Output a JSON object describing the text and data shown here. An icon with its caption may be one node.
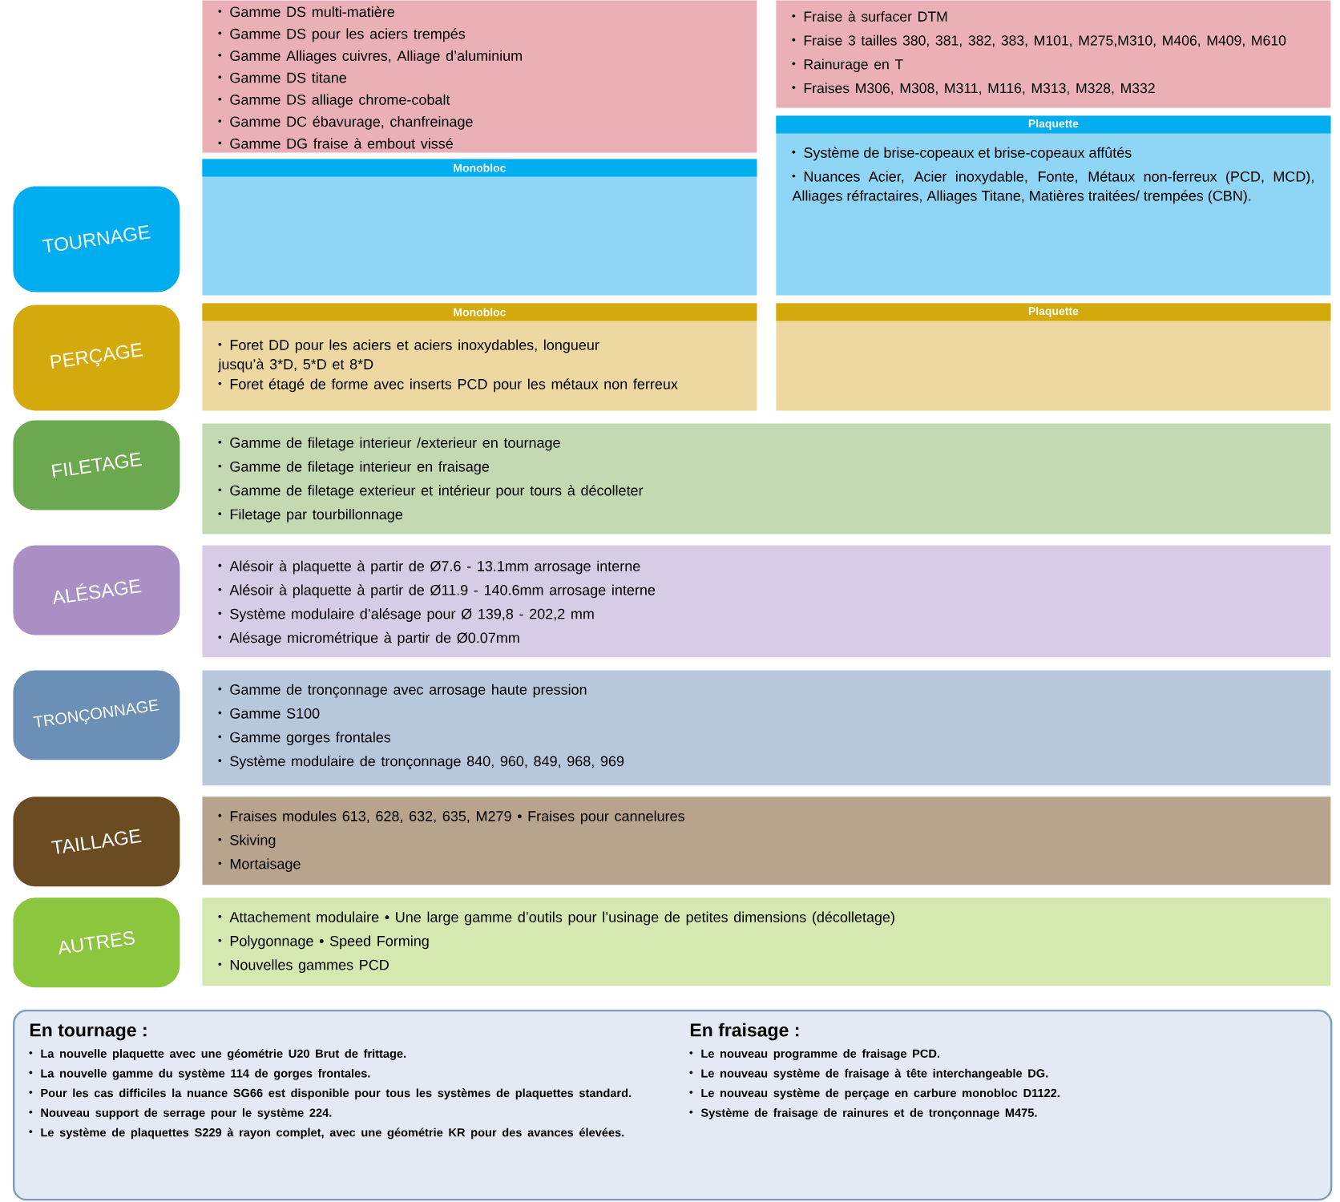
{
  "diagram": {
    "nodes": [
      {
        "text": [
          "Gamme DS multi-matière",
          "Gamme DS pour les aciers trempés",
          "Gamme Alliages cuivres, Alliage d’aluminium",
          "Gamme DS titane",
          "Gamme DS alliage chrome-cobalt",
          "Gamme DC ébavurage, chanfreinage",
          "Gamme DG fraise à embout vissé"
        ]
      },
      {
        "text": [
          "Fraise à surfacer DTM",
          "Fraise 3 tailles 380, 381, 382, 383, M101, M275,M310, M406, M409, M610",
          "Rainurage en T",
          "Fraises M306, M308, M311, M116, M313, M328, M332"
        ]
      },
      {
        "text": [
          "TOURNAGE"
        ]
      },
      {
        "text": [
          "Monobloc"
        ]
      },
      {
        "text": [
          "Plaquette",
          "Système de brise-copeaux et brise-copeaux affûtés",
          "Nuances Acier, Acier inoxydable, Fonte, Métaux non-ferreux (PCD, MCD), Alliages réfractaires, Alliages Titane, Matières traitées/ trempées (CBN)."
        ]
      },
      {
        "text": [
          "PERÇAGE"
        ]
      },
      {
        "text": [
          "Monobloc",
          "Foret DD pour les aciers et aciers inoxydables, longueur jusqu’à 3*D, 5*D et 8*D",
          "Foret étagé de forme avec inserts PCD pour les métaux non ferreux"
        ]
      },
      {
        "text": [
          "Plaquette"
        ]
      },
      {
        "text": [
          "FILETAGE"
        ]
      },
      {
        "text": [
          "Gamme de filetage interieur /exterieur en tournage",
          "Gamme de filetage interieur en fraisage",
          "Gamme de filetage exterieur et intérieur pour tours à décolleter",
          "Filetage par tourbillonnage"
        ]
      },
      {
        "text": [
          "ALÉSAGE"
        ]
      },
      {
        "text": [
          "Alésoir à plaquette à partir de Ø7.6 - 13.1mm arrosage interne",
          "Alésoir à plaquette à partir de Ø11.9 - 140.6mm arrosage interne",
          "Système modulaire d’alésage pour Ø 139,8 - 202,2 mm",
          "Alésage micrométrique à partir de Ø0.07mm"
        ]
      },
      {
        "text": [
          "TRONÇONNAGE"
        ]
      },
      {
        "text": [
          "Gamme de tronçonnage avec arrosage haute pression",
          "Gamme S100",
          "Gamme gorges frontales",
          "Système modulaire de tronçonnage 840, 960, 849, 968, 969"
        ]
      },
      {
        "text": [
          "TAILLAGE"
        ]
      },
      {
        "text": [
          "Fraises modules 613, 628, 632, 635, M279 • Fraises pour cannelures",
          "Skiving",
          "Mortaisage"
        ]
      },
      {
        "text": [
          "AUTRES"
        ]
      },
      {
        "text": [
          "Attachement modulaire • Une large gamme d’outils pour l’usinage de petites dimensions (décolletage)",
          "Polygonnage • Speed Forming",
          "Nouvelles gammes PCD"
        ]
      },
      {
        "text": [
          "En tournage :",
          "La nouvelle plaquette avec une géométrie U20 Brut de frittage.",
          "La nouvelle gamme du système 114 de gorges frontales.",
          "Pour les cas difficiles la nuance SG66 est disponible pour tous les systèmes de plaquettes standard.",
          "Nouveau support de serrage pour le système 224.",
          "Le système de plaquettes S229 à rayon complet, avec une géométrie KR pour des avances élevées.",
          "En fraisage :",
          "Le nouveau programme de fraisage PCD.",
          "Le nouveau système de fraisage à tête interchangeable DG.",
          "Le nouveau système de perçage en carbure monobloc D1122.",
          "Système de fraisage de rainures et de tronçonnage M475."
        ]
      }
    ]
  }
}
